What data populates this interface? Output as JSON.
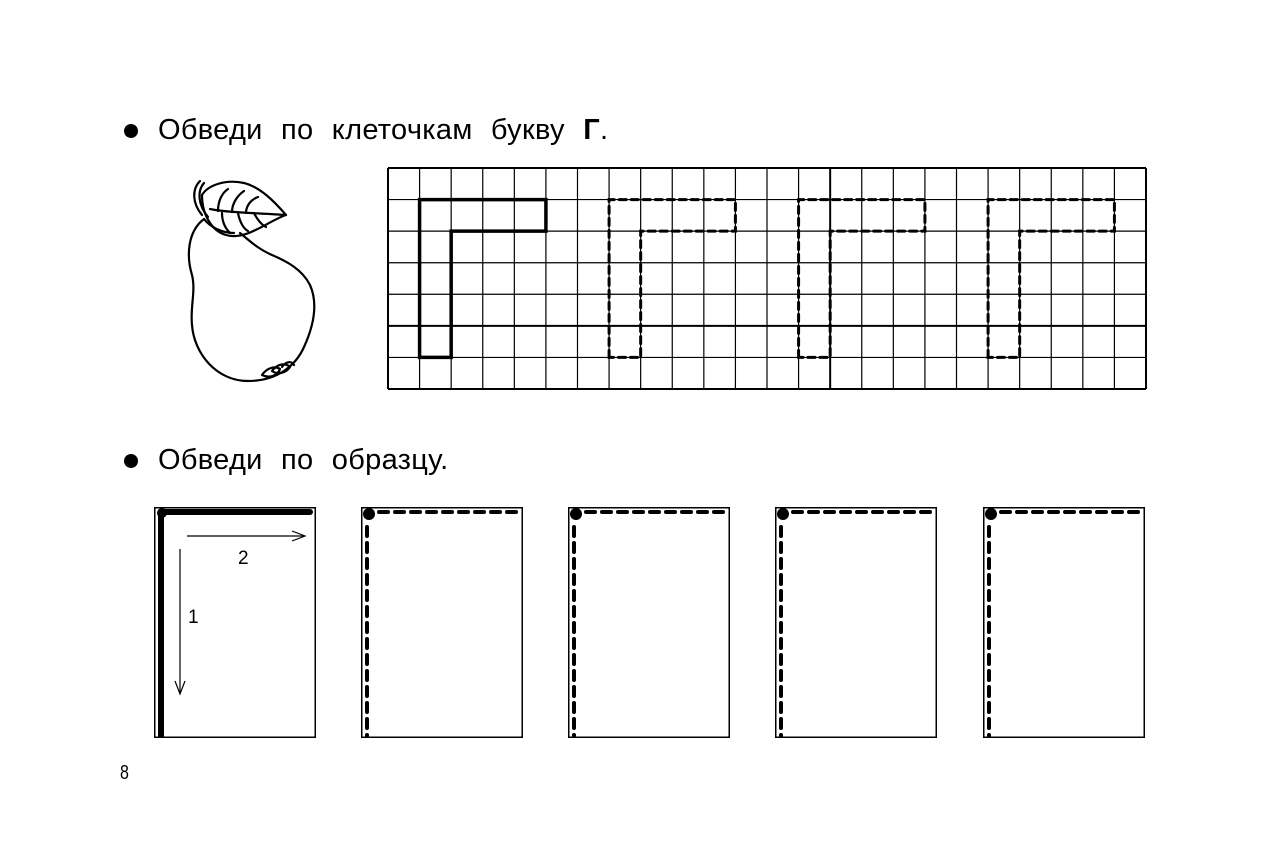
{
  "tasks": [
    {
      "text": "Обведи по клеточкам букву ",
      "letter": "Г",
      "suffix": "."
    },
    {
      "text": "Обведи по образцу."
    }
  ],
  "sample_card": {
    "arrow_down_label": "1",
    "arrow_right_label": "2"
  },
  "page_number": "8",
  "icons": {
    "illustration": "pear-icon",
    "bullet": "bullet-icon"
  }
}
